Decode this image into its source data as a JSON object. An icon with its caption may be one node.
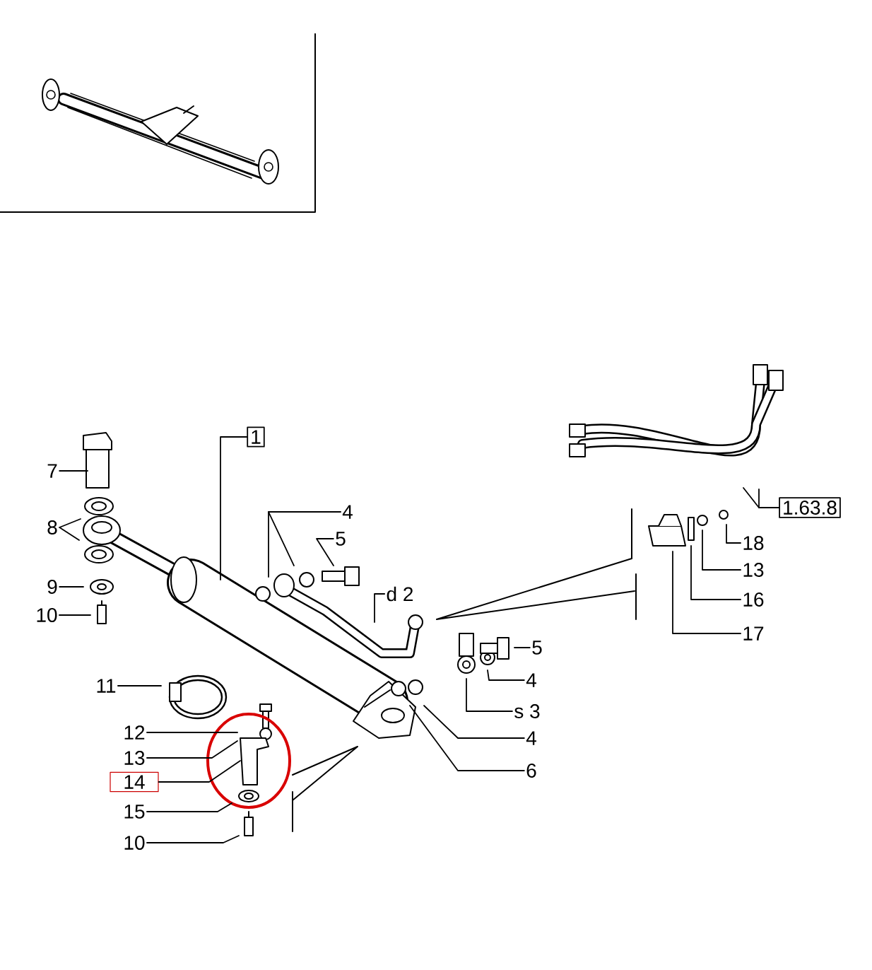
{
  "diagram": {
    "nodes": [
      {
        "text": [
          "1"
        ]
      },
      {
        "text": [
          "7"
        ]
      },
      {
        "text": [
          "4"
        ]
      },
      {
        "text": [
          "8"
        ]
      },
      {
        "text": [
          "5"
        ]
      },
      {
        "text": [
          "1.63.8"
        ]
      },
      {
        "text": [
          "18"
        ]
      },
      {
        "text": [
          "13"
        ]
      },
      {
        "text": [
          "9"
        ]
      },
      {
        "text": [
          "16"
        ]
      },
      {
        "text": [
          "d 2"
        ]
      },
      {
        "text": [
          "10"
        ]
      },
      {
        "text": [
          "17"
        ]
      },
      {
        "text": [
          "5"
        ]
      },
      {
        "text": [
          "4"
        ]
      },
      {
        "text": [
          "11"
        ]
      },
      {
        "text": [
          "s 3"
        ]
      },
      {
        "text": [
          "12"
        ]
      },
      {
        "text": [
          "4"
        ]
      },
      {
        "text": [
          "13"
        ]
      },
      {
        "text": [
          "14"
        ]
      },
      {
        "text": [
          "6"
        ]
      },
      {
        "text": [
          "15"
        ]
      },
      {
        "text": [
          "10"
        ]
      }
    ],
    "edges": [
      {
        "from": 0,
        "to": null,
        "arrow": "none"
      },
      {
        "from": 1,
        "to": null,
        "arrow": "none"
      },
      {
        "from": 2,
        "to": null,
        "arrow": "none"
      },
      {
        "from": 2,
        "to": null,
        "arrow": "none"
      },
      {
        "from": 3,
        "to": null,
        "arrow": "none"
      },
      {
        "from": 3,
        "to": null,
        "arrow": "none"
      },
      {
        "from": 4,
        "to": null,
        "arrow": "none"
      },
      {
        "from": 5,
        "to": null,
        "arrow": "none"
      },
      {
        "from": 5,
        "to": null,
        "arrow": "none"
      },
      {
        "from": 6,
        "to": null,
        "arrow": "none"
      },
      {
        "from": 7,
        "to": null,
        "arrow": "none"
      },
      {
        "from": 8,
        "to": null,
        "arrow": "none"
      },
      {
        "from": 9,
        "to": null,
        "arrow": "none"
      },
      {
        "from": 10,
        "to": null,
        "arrow": "none"
      },
      {
        "from": 11,
        "to": null,
        "arrow": "none"
      },
      {
        "from": 12,
        "to": null,
        "arrow": "none"
      },
      {
        "from": 13,
        "to": null,
        "arrow": "none"
      },
      {
        "from": 14,
        "to": null,
        "arrow": "none"
      },
      {
        "from": 15,
        "to": null,
        "arrow": "none"
      },
      {
        "from": 16,
        "to": null,
        "arrow": "none"
      },
      {
        "from": 17,
        "to": null,
        "arrow": "none"
      },
      {
        "from": 18,
        "to": null,
        "arrow": "none"
      },
      {
        "from": 19,
        "to": null,
        "arrow": "none"
      },
      {
        "from": 20,
        "to": null,
        "arrow": "none"
      },
      {
        "from": 21,
        "to": null,
        "arrow": "none"
      },
      {
        "from": 22,
        "to": null,
        "arrow": "none"
      },
      {
        "from": 23,
        "to": null,
        "arrow": "none"
      }
    ]
  }
}
